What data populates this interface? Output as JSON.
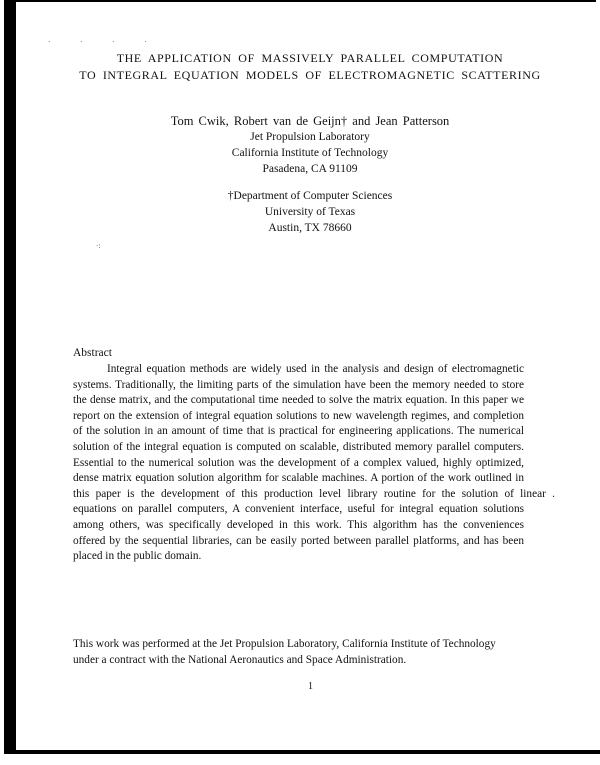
{
  "title": {
    "line1": "THE APPLICATION OF MASSIVELY PARALLEL COMPUTATION",
    "line2": "TO INTEGRAL EQUATION MODELS OF ELECTROMAGNETIC SCATTERING"
  },
  "authors": "Tom Cwik, Robert van de Geijn† and Jean Patterson",
  "affiliation1": [
    "Jet Propulsion Laboratory",
    "California Institute of Technology",
    "Pasadena, CA 91109"
  ],
  "affiliation2": [
    "†Department of Computer Sciences",
    "University of Texas",
    "Austin, TX 78660"
  ],
  "abstract": {
    "heading": "Abstract",
    "lines": [
      "Integral equation methods are widely used in the analysis and design of electromagnetic",
      "systems. Traditionally, the limiting parts of the simulation have been the memory needed to store",
      "the dense matrix, and the computational time needed to solve the matrix equation. In this paper we",
      "report on the extension of integral equation solutions to new wavelength regimes, and completion",
      "of the solution in an amount of time that is practical for engineering applications. The numerical",
      "solution of the integral equation is computed on scalable, distributed memory parallel computers.",
      "Essential to the numerical solution was the development of a complex valued, highly optimized,",
      "dense matrix equation solution algorithm for scalable machines. A portion of the work outlined in",
      "this paper is the development of this production level library routine for the solution of linear .",
      "equations on parallel computers, A convenient interface, useful for integral equation solutions",
      "among others, was specifically developed in this work.   This algorithm has the conveniences",
      "offered by the sequential libraries, can be easily ported between parallel platforms, and has been",
      "placed in the public domain."
    ]
  },
  "footnote": [
    "This work was performed at the Jet Propulsion Laboratory, California Institute of Technology",
    "under a contract with the National Aeronautics and Space Administration."
  ],
  "page_number": "1"
}
